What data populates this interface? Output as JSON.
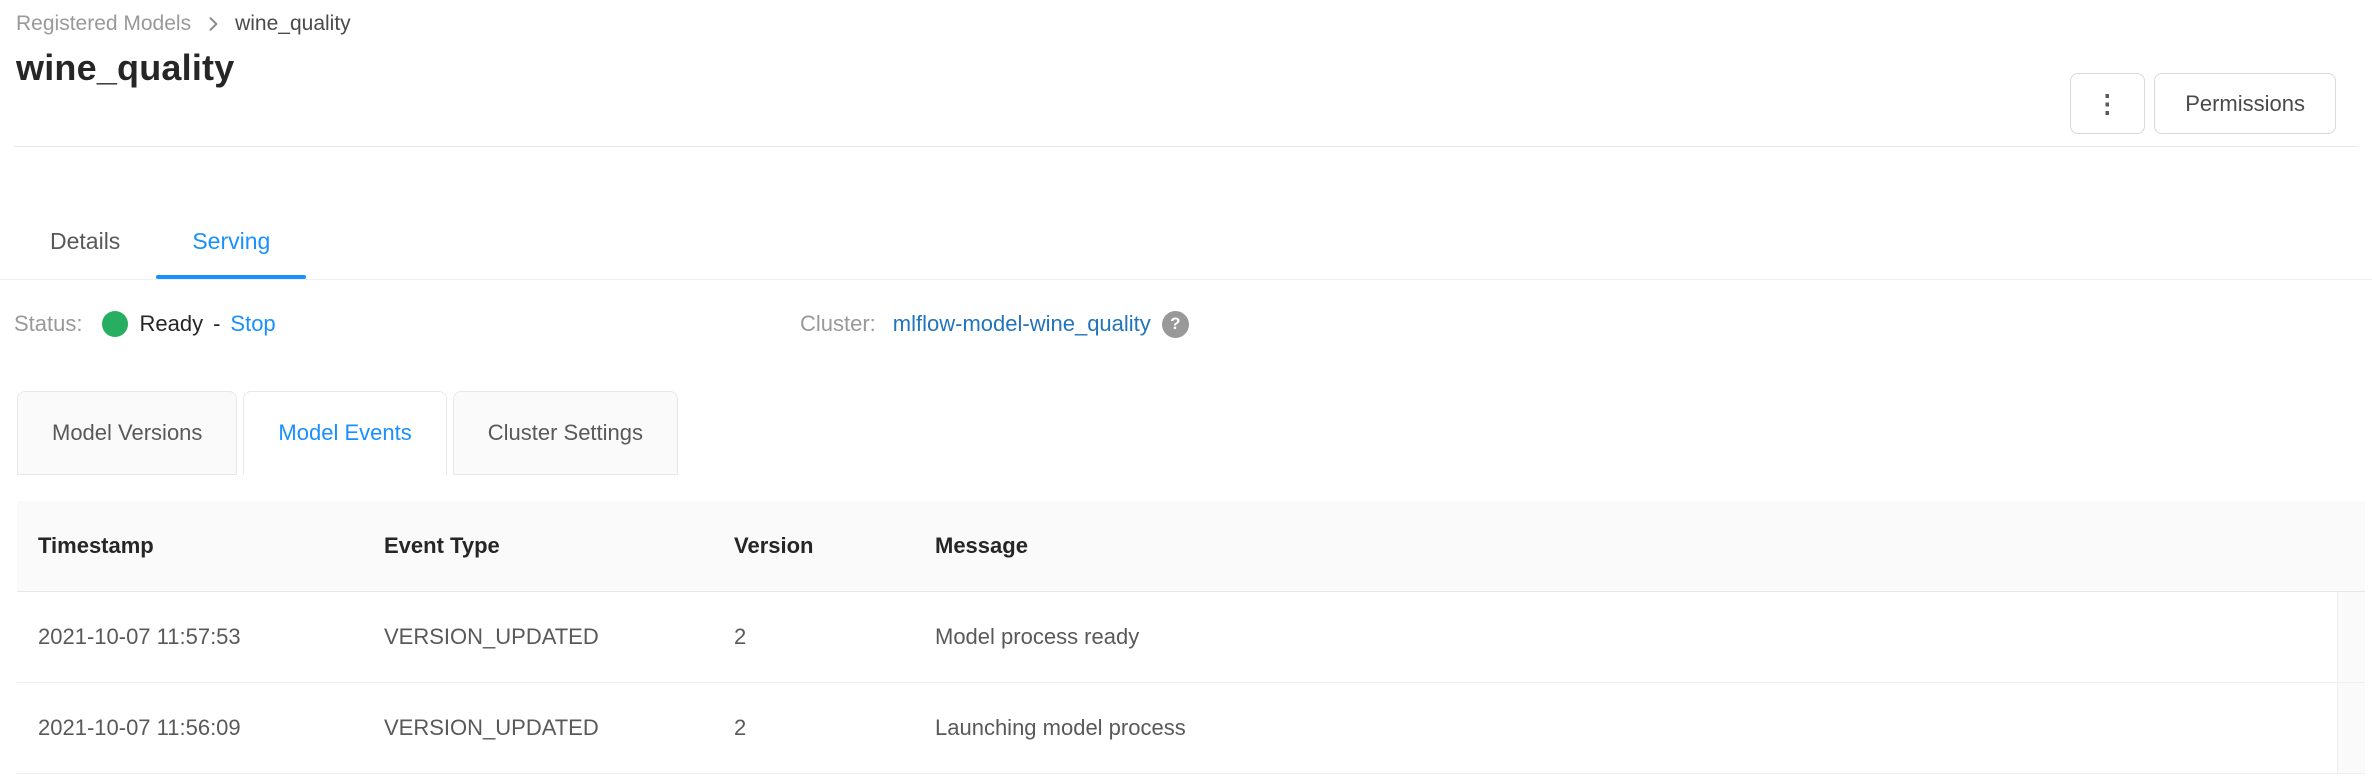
{
  "breadcrumb": {
    "parent": "Registered Models",
    "current": "wine_quality"
  },
  "page": {
    "title": "wine_quality"
  },
  "actions": {
    "kebab_icon": "⋮",
    "permissions_label": "Permissions"
  },
  "main_tabs": {
    "details": "Details",
    "serving": "Serving"
  },
  "status": {
    "label": "Status:",
    "state": "Ready",
    "dash": "-",
    "stop_label": "Stop"
  },
  "cluster": {
    "label": "Cluster:",
    "name": "mlflow-model-wine_quality",
    "help_icon": "?"
  },
  "sub_tabs": {
    "model_versions": "Model Versions",
    "model_events": "Model Events",
    "cluster_settings": "Cluster Settings"
  },
  "table": {
    "columns": [
      "Timestamp",
      "Event Type",
      "Version",
      "Message"
    ],
    "rows": [
      {
        "timestamp": "2021-10-07 11:57:53",
        "event_type": "VERSION_UPDATED",
        "version": "2",
        "message": "Model process ready"
      },
      {
        "timestamp": "2021-10-07 11:56:09",
        "event_type": "VERSION_UPDATED",
        "version": "2",
        "message": "Launching model process"
      }
    ]
  },
  "colors": {
    "accent_blue": "#1890ff",
    "link_blue": "#2374bc",
    "status_green": "#27ae60",
    "table_header_bg": "#fafafa",
    "border_gray": "#e8e8e8"
  }
}
